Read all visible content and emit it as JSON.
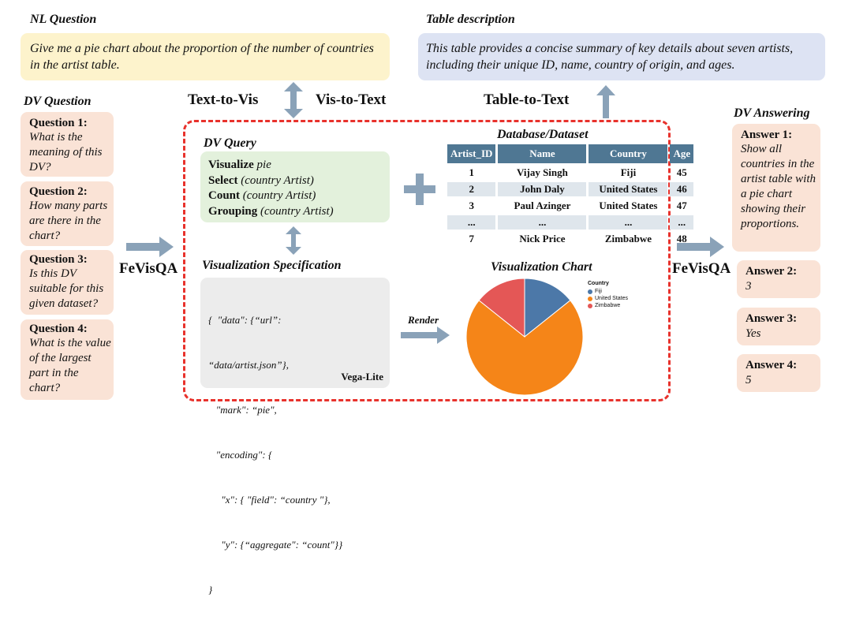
{
  "nl_question": {
    "header": "NL Question",
    "text": "Give me a pie chart about the proportion of the number of countries in the artist table."
  },
  "table_description": {
    "header": "Table description",
    "text": "This table provides a concise summary of key details about seven artists, including their unique ID, name, country of origin, and ages."
  },
  "labels": {
    "text_to_vis": "Text-to-Vis",
    "vis_to_text": "Vis-to-Text",
    "table_to_text": "Table-to-Text",
    "fevisqa_left": "FeVisQA",
    "fevisqa_right": "FeVisQA",
    "render": "Render"
  },
  "dv_question": {
    "header": "DV Question",
    "items": [
      {
        "title": "Question 1:",
        "text": "What is the meaning of this DV?"
      },
      {
        "title": "Question 2:",
        "text": "How many parts are there in the chart?"
      },
      {
        "title": "Question 3:",
        "text": "Is this DV suitable for this given dataset?"
      },
      {
        "title": "Question 4:",
        "text": "What is the value of the largest part  in the chart?"
      }
    ]
  },
  "dv_answering": {
    "header": "DV Answering",
    "items": [
      {
        "title": "Answer 1:",
        "text": "Show all countries in the artist table with a pie chart showing their proportions."
      },
      {
        "title": "Answer 2:",
        "text": "3"
      },
      {
        "title": "Answer 3:",
        "text": "Yes"
      },
      {
        "title": "Answer 4:",
        "text": "5"
      }
    ]
  },
  "dv_query": {
    "header": "DV Query",
    "lines": [
      {
        "kw": "Visualize",
        "arg": "pie"
      },
      {
        "kw": "Select",
        "arg": "(country Artist)"
      },
      {
        "kw": "Count",
        "arg": "(country Artist)"
      },
      {
        "kw": "Grouping",
        "arg": "(country Artist)"
      }
    ]
  },
  "database": {
    "header": "Database/Dataset",
    "columns": [
      "Artist_ID",
      "Name",
      "Country",
      "Age"
    ],
    "rows": [
      [
        "1",
        "Vijay Singh",
        "Fiji",
        "45"
      ],
      [
        "2",
        "John Daly",
        "United States",
        "46"
      ],
      [
        "3",
        "Paul Azinger",
        "United States",
        "47"
      ],
      [
        "...",
        "...",
        "...",
        "..."
      ],
      [
        "7",
        "Nick Price",
        "Zimbabwe",
        "48"
      ]
    ]
  },
  "vis_spec": {
    "header": "Visualization Specification",
    "lines": [
      "{  \"data\": {“url”:",
      "“data/artist.json”},",
      "   \"mark\": “pie\",",
      "   \"encoding\": {",
      "     \"x\": { \"field\": “country \"},",
      "     \"y\": {“aggregate\": “count\"}}",
      "}"
    ],
    "tag": "Vega-Lite"
  },
  "vis_chart": {
    "header": "Visualization Chart"
  },
  "chart_data": {
    "type": "pie",
    "legend_title": "Country",
    "categories": [
      "Fiji",
      "United States",
      "Zimbabwe"
    ],
    "values": [
      1,
      5,
      1
    ],
    "colors": [
      "#4c78a8",
      "#f58518",
      "#e45756"
    ],
    "legend_position": "top-right"
  },
  "colors": {
    "dashed_border": "#e8322c",
    "arrow": "#8aa2b8",
    "nl_box": "#fdf3cc",
    "desc_box": "#dde3f3",
    "query_box": "#e3f1dc",
    "spec_box": "#ececec",
    "peach_box": "#fae3d6"
  }
}
